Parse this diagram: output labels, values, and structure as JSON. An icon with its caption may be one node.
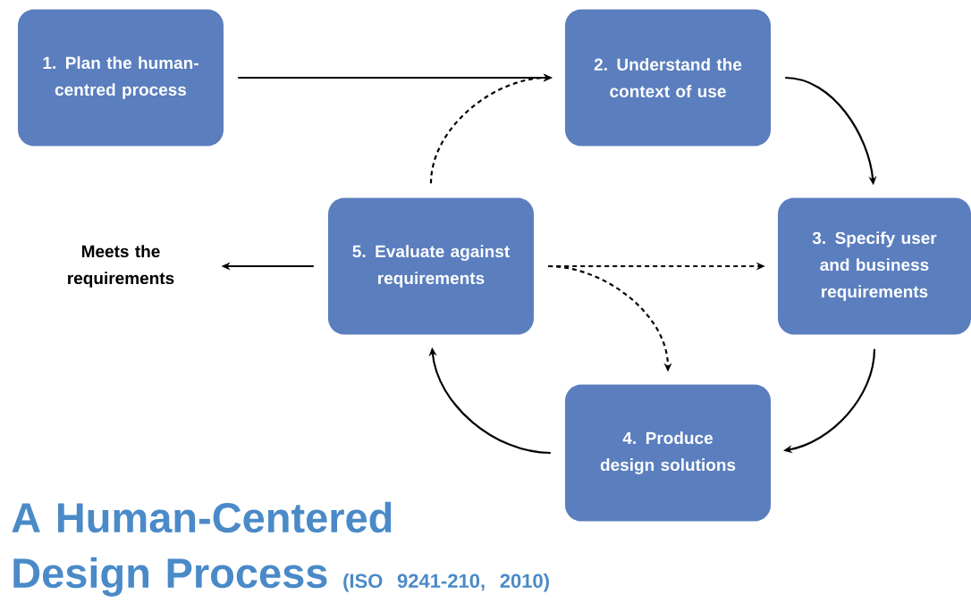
{
  "diagram": {
    "title": "A Human-Centered Design Process",
    "caption": "(ISO 9241-210, 2010)",
    "nodes": [
      {
        "text": [
          "1. Plan the human-centred process"
        ]
      },
      {
        "text": [
          "2. Understand the context of use"
        ]
      },
      {
        "text": [
          "3. Specify user and business requirements"
        ]
      },
      {
        "text": [
          "4. Produce design solutions"
        ]
      },
      {
        "text": [
          "5. Evaluate against requirements"
        ]
      },
      {
        "text": [
          "Meets the requirements"
        ]
      }
    ],
    "edges": [
      {
        "from": 0,
        "to": 1,
        "arrow": "to"
      },
      {
        "from": 1,
        "to": 2,
        "arrow": "to"
      },
      {
        "from": 2,
        "to": 3,
        "arrow": "to"
      },
      {
        "from": 3,
        "to": 4,
        "arrow": "to"
      },
      {
        "from": 4,
        "to": 1,
        "arrow": "to",
        "style": "dashed"
      },
      {
        "from": 4,
        "to": 2,
        "arrow": "to",
        "style": "dashed"
      },
      {
        "from": 4,
        "to": 3,
        "arrow": "to",
        "style": "dashed"
      },
      {
        "from": 4,
        "to": 5,
        "arrow": "to"
      }
    ]
  }
}
